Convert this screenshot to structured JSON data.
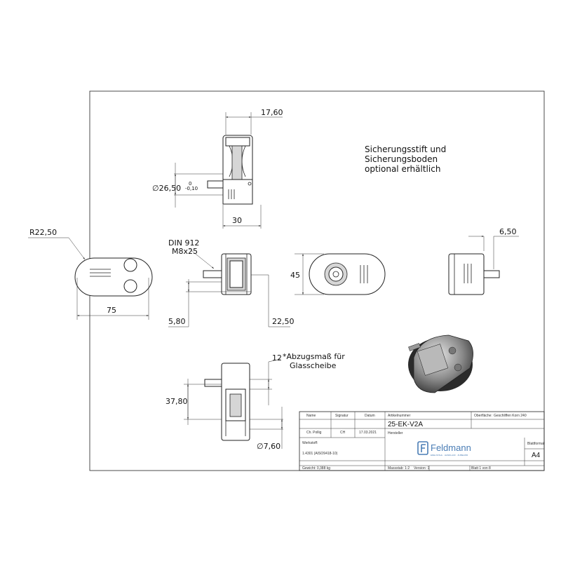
{
  "note": {
    "line1": "Sicherungsstift und",
    "line2": "Sicherungsboden",
    "line3": "optional erhältlich"
  },
  "dimensions": {
    "top_width": "17,60",
    "top_diameter": "∅26,50",
    "top_tol_upper": "0",
    "top_tol_lower": "-0,10",
    "top_base": "30",
    "radius": "R22,50",
    "length": "75",
    "screw_line1": "DIN 912",
    "screw_line2": "M8x25",
    "offset_left": "5,80",
    "offset_right": "22,50",
    "height": "45",
    "pin": "6,50",
    "glass_gap": "12",
    "glass_note_line1": "*Abzugsmaß für",
    "glass_note_line2": "Glasscheibe",
    "section_height": "37,80",
    "hole_diameter": "∅7,60"
  },
  "title_block": {
    "headers": [
      "Name",
      "Signatur",
      "Datum"
    ],
    "row_name": "Ch. Pollig",
    "row_sig": "CH",
    "row_date": "17.03.2021",
    "article_label": "Artikelnummer",
    "article_value": "25-EK-V2A",
    "surface_label": "Oberfläche:",
    "surface_value": "Geschliffen Korn 240",
    "manufacturer_label": "Hersteller",
    "brand": "Feldmann",
    "brand_tagline": "EDELSTAHL · HANDLAUF · ZUBEHÖR",
    "sheet_format_label": "Blattformat",
    "sheet_format_value": "A4",
    "material_label": "Werkstoff:",
    "material_value": "1.4301 (AISO9418-10)",
    "weight": "Gewicht: 0,388 kg",
    "scale": "Massstab: 1:2",
    "version": "Version: 1",
    "page": "Blatt 1 von 8"
  },
  "colors": {
    "line": "#222222",
    "shade": "#d6d6d6",
    "brand": "#4a7db5"
  }
}
